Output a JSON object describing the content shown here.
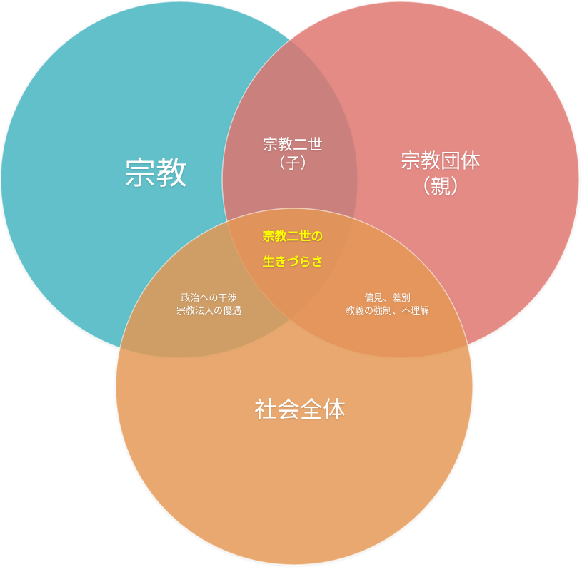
{
  "diagram": {
    "circles": {
      "religion": {
        "label_lines": [
          "宗教"
        ],
        "color": "#4fbac4"
      },
      "organization": {
        "label_lines": [
          "宗教団体",
          "（親）"
        ],
        "color": "#e07670"
      },
      "society": {
        "label_lines": [
          "社会全体"
        ],
        "color": "#e79a55"
      }
    },
    "overlaps": {
      "religion_organization": {
        "label_lines": [
          "宗教二世",
          "（子）"
        ]
      },
      "center": {
        "label_lines": [
          "宗教二世の",
          "生きづらさ"
        ],
        "color": "#ffff00"
      },
      "religion_society": {
        "label_lines": [
          "政治への干渉",
          "宗教法人の優遇"
        ]
      },
      "organization_society": {
        "label_lines": [
          "偏見、差別",
          "教義の強制、不理解"
        ]
      }
    }
  }
}
